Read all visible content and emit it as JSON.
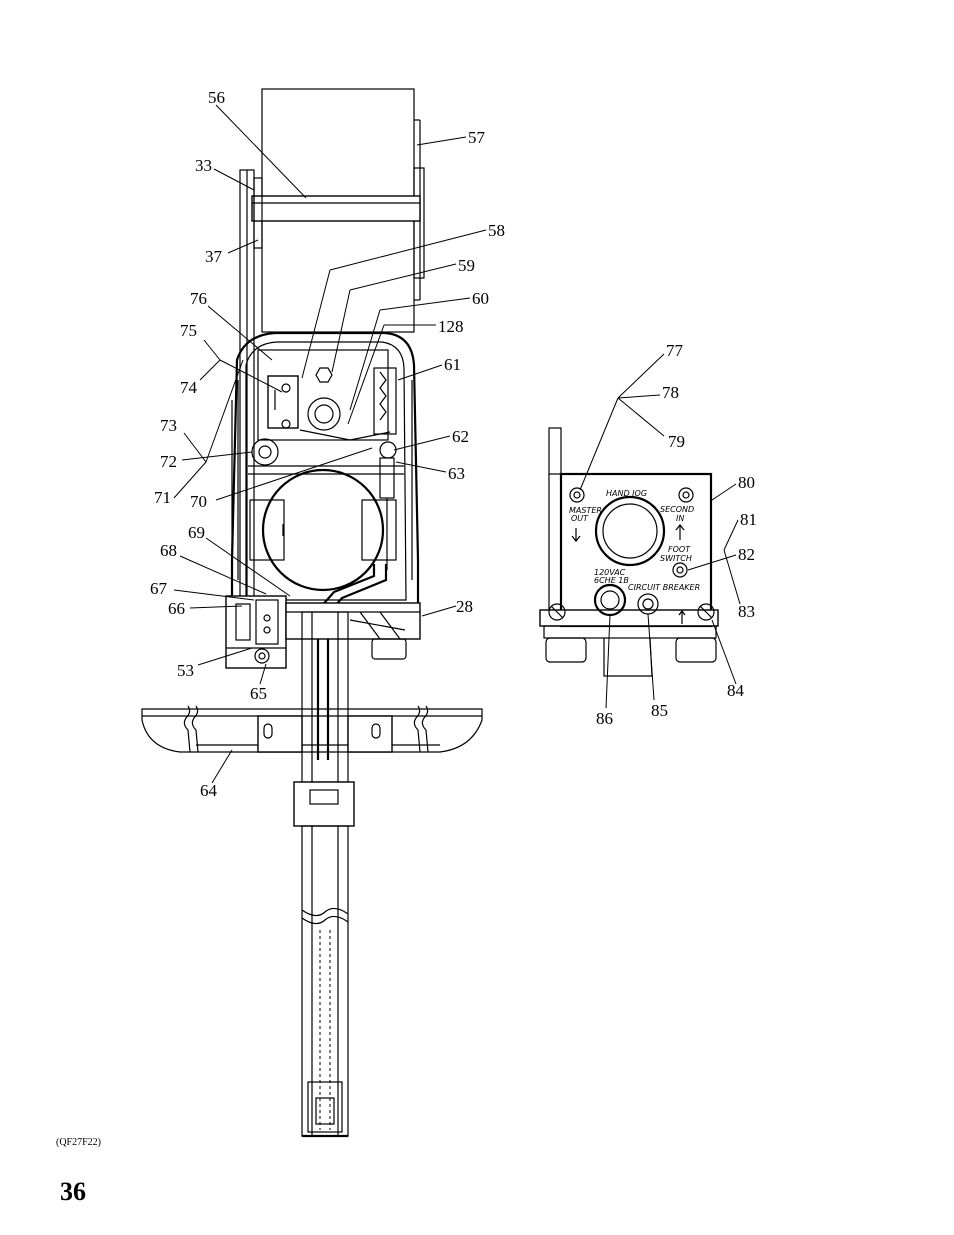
{
  "callouts": {
    "c56": "56",
    "c57": "57",
    "c33": "33",
    "c37": "37",
    "c58": "58",
    "c59": "59",
    "c60": "60",
    "c128": "128",
    "c76": "76",
    "c75": "75",
    "c74": "74",
    "c61": "61",
    "c73": "73",
    "c72": "72",
    "c62": "62",
    "c71": "71",
    "c70": "70",
    "c63": "63",
    "c69": "69",
    "c68": "68",
    "c67": "67",
    "c66": "66",
    "c28": "28",
    "c53": "53",
    "c65": "65",
    "c64": "64",
    "c77": "77",
    "c78": "78",
    "c79": "79",
    "c80": "80",
    "c81": "81",
    "c82": "82",
    "c83": "83",
    "c84": "84",
    "c85": "85",
    "c86": "86"
  },
  "panel": {
    "hand_jog": "HAND JOG",
    "master": "MASTER",
    "out": "OUT",
    "second": "SECOND",
    "in": "IN",
    "foot": "FOOT",
    "switch": "SWITCH",
    "volts": "120VAC",
    "fuse": "6CHE 1B",
    "breaker": "CIRCUIT BREAKER"
  },
  "figure_ref": "(QF27F22)",
  "page_number": "36"
}
